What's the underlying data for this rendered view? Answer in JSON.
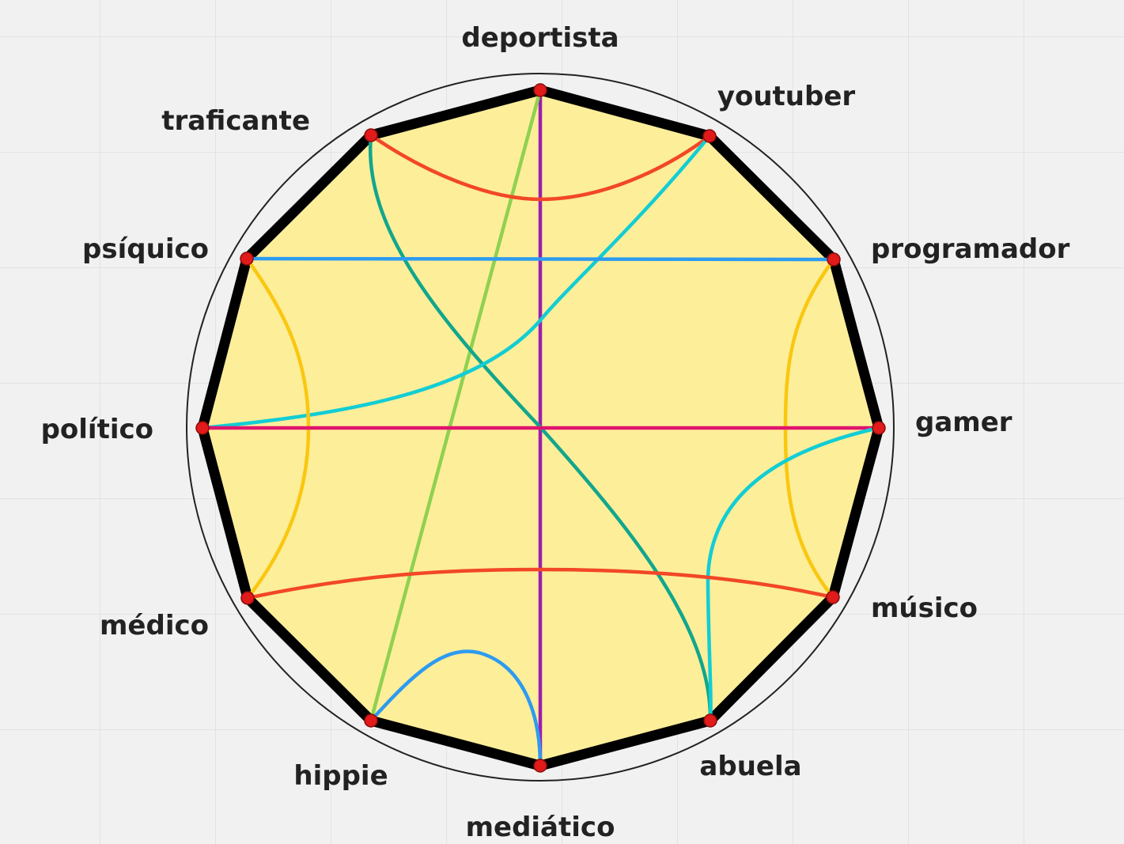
{
  "nodes": [
    {
      "id": "deportista",
      "label": "deportista"
    },
    {
      "id": "youtuber",
      "label": "youtuber"
    },
    {
      "id": "programador",
      "label": "programador"
    },
    {
      "id": "gamer",
      "label": "gamer"
    },
    {
      "id": "musico",
      "label": "músico"
    },
    {
      "id": "abuela",
      "label": "abuela"
    },
    {
      "id": "mediatico",
      "label": "mediático"
    },
    {
      "id": "hippie",
      "label": "hippie"
    },
    {
      "id": "medico",
      "label": "médico"
    },
    {
      "id": "politico",
      "label": "político"
    },
    {
      "id": "psiquico",
      "label": "psíquico"
    },
    {
      "id": "traficante",
      "label": "traficante"
    }
  ],
  "edges": [
    {
      "from": "deportista",
      "to": "mediatico",
      "color": "#9b1fb0"
    },
    {
      "from": "deportista",
      "to": "hippie",
      "color": "#8fd14f"
    },
    {
      "from": "traficante",
      "to": "youtuber",
      "color": "#f24726"
    },
    {
      "from": "traficante",
      "to": "abuela",
      "color": "#12a68c"
    },
    {
      "from": "youtuber",
      "to": "politico",
      "color": "#12cdd4"
    },
    {
      "from": "psiquico",
      "to": "programador",
      "color": "#2d9bf0"
    },
    {
      "from": "psiquico",
      "to": "medico",
      "color": "#fac710"
    },
    {
      "from": "programador",
      "to": "musico",
      "color": "#fac710"
    },
    {
      "from": "politico",
      "to": "gamer",
      "color": "#e0146e"
    },
    {
      "from": "gamer",
      "to": "abuela",
      "color": "#12cdd4"
    },
    {
      "from": "medico",
      "to": "musico",
      "color": "#f24726"
    },
    {
      "from": "hippie",
      "to": "mediatico",
      "color": "#2d9bf0"
    }
  ],
  "colors": {
    "polygon_fill": "#fdee9a",
    "polygon_stroke": "#000000",
    "node_fill": "#e11a1a",
    "outer_circle": "#222222"
  }
}
